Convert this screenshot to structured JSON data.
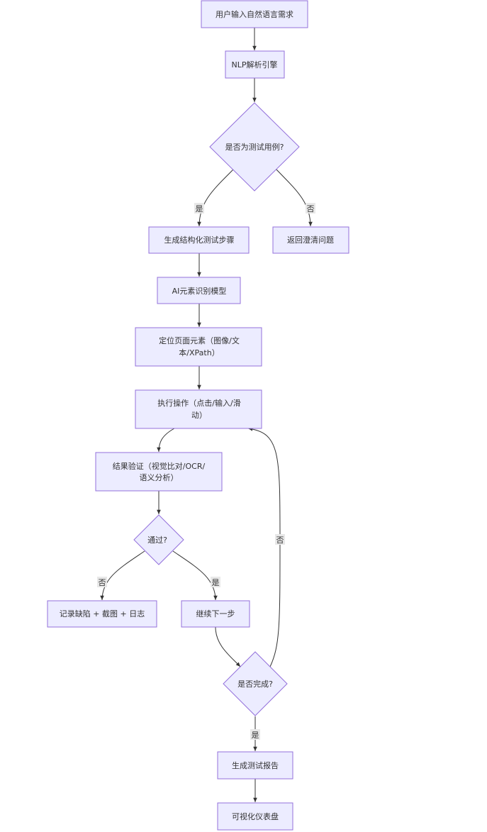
{
  "nodes": {
    "input": [
      "用户输入自然语言需求"
    ],
    "nlp": [
      "NLP解析引擎"
    ],
    "is_test": [
      "是否为测试用例?"
    ],
    "gen_steps": [
      "生成结构化测试步骤"
    ],
    "clarify": [
      "返回澄清问题"
    ],
    "ai_model": [
      "AI元素识别模型"
    ],
    "locate": [
      "定位页面元素（图像/文",
      "本/XPath）"
    ],
    "execute": [
      "执行操作（点击/输入/滑",
      "动）"
    ],
    "verify": [
      "结果验证（视觉比对/OCR/",
      "语义分析）"
    ],
    "passed": [
      "通过?"
    ],
    "record": [
      "记录缺陷 + 截图 + 日志"
    ],
    "next": [
      "继续下一步"
    ],
    "done": [
      "是否完成?"
    ],
    "report": [
      "生成测试报告"
    ],
    "dashboard": [
      "可视化仪表盘"
    ]
  },
  "edge_labels": {
    "is_test_yes": "是",
    "is_test_no": "否",
    "passed_no": "否",
    "passed_yes": "是",
    "done_no": "否",
    "done_yes": "是"
  }
}
